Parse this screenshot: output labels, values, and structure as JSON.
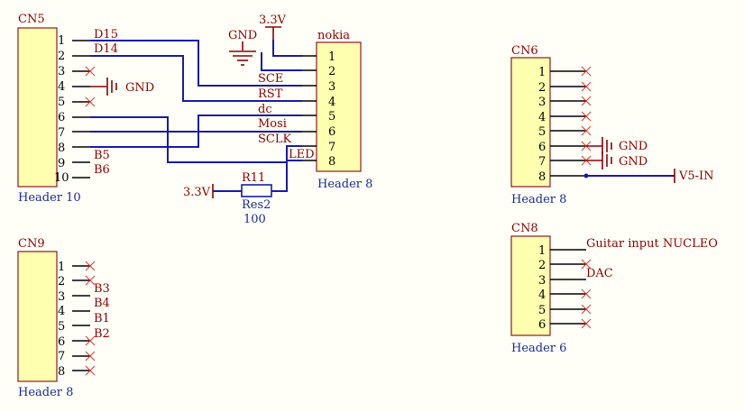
{
  "cn5": {
    "designator": "CN5",
    "footprint": "Header 10",
    "pins": [
      "1",
      "2",
      "3",
      "4",
      "5",
      "6",
      "7",
      "8",
      "9",
      "10"
    ],
    "labels": {
      "d15": "D15",
      "d14": "D14",
      "b5": "B5",
      "b6": "B6",
      "gnd": "GND"
    }
  },
  "nokia": {
    "designator": "nokia",
    "footprint": "Header 8",
    "pins": [
      "1",
      "2",
      "3",
      "4",
      "5",
      "6",
      "7",
      "8"
    ],
    "labels": {
      "sce": "SCE",
      "rst": "RST",
      "dc": "dc",
      "mosi": "Mosi",
      "sclk": "SCLK",
      "led": "LED"
    },
    "supply_gnd": "GND",
    "supply_33v": "3.3V"
  },
  "r11": {
    "designator": "R11",
    "comment": "Res2",
    "value": "100",
    "supply": "3.3V"
  },
  "cn9": {
    "designator": "CN9",
    "footprint": "Header 8",
    "pins": [
      "1",
      "2",
      "3",
      "4",
      "5",
      "6",
      "7",
      "8"
    ],
    "labels": {
      "b3": "B3",
      "b4": "B4",
      "b1": "B1",
      "b2": "B2"
    }
  },
  "cn6": {
    "designator": "CN6",
    "footprint": "Header 8",
    "pins": [
      "1",
      "2",
      "3",
      "4",
      "5",
      "6",
      "7",
      "8"
    ],
    "labels": {
      "gnd1": "GND",
      "gnd2": "GND",
      "v5": "V5-IN"
    }
  },
  "cn8": {
    "designator": "CN8",
    "footprint": "Header 6",
    "pins": [
      "1",
      "2",
      "3",
      "4",
      "5",
      "6"
    ],
    "labels": {
      "guitar": "Guitar input NUCLEO",
      "dac": "DAC"
    }
  }
}
